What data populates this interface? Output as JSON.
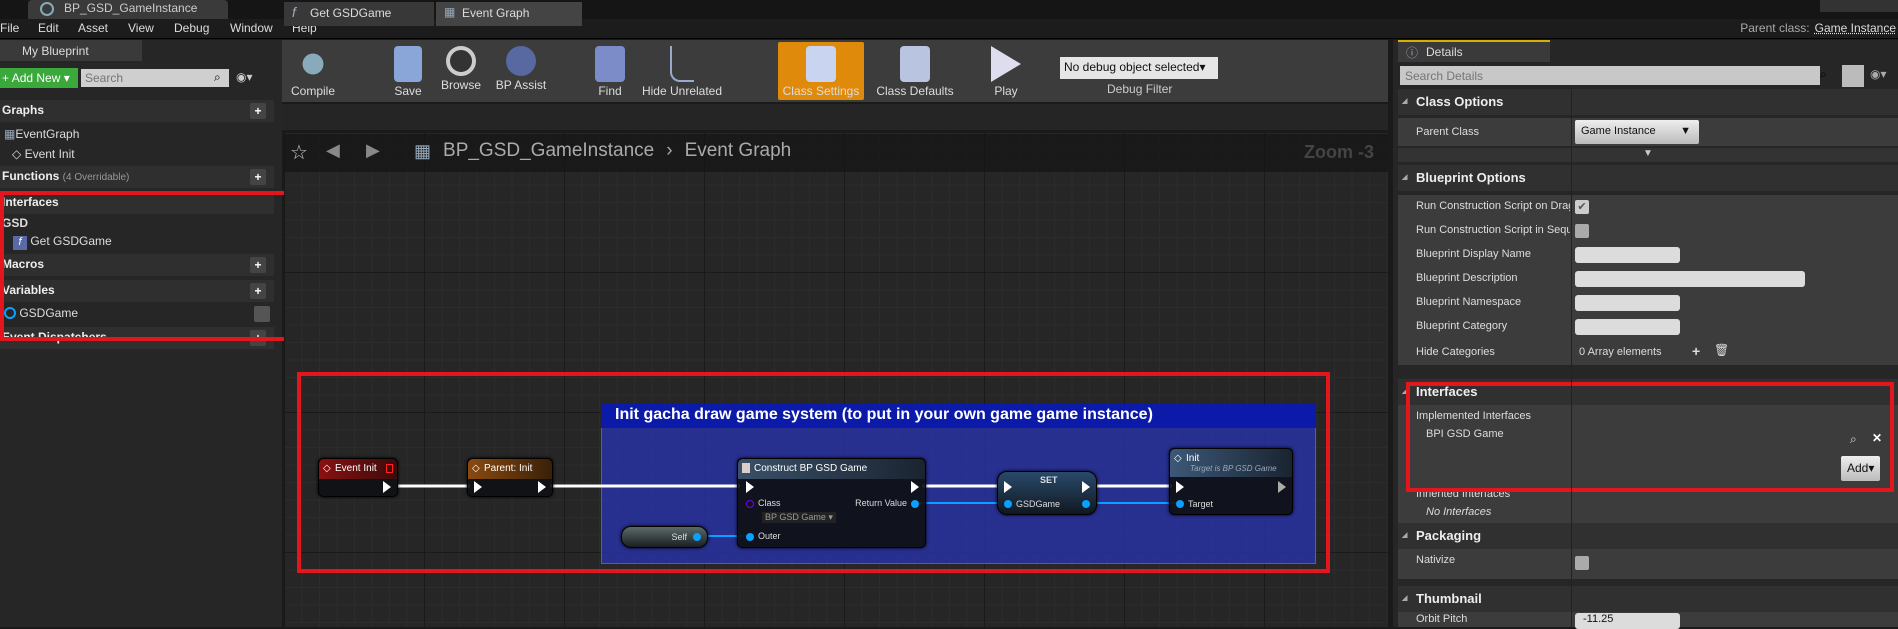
{
  "window": {
    "doc_tab": "BP_GSD_GameInstance",
    "parent_class_label": "Parent class:",
    "parent_class_value": "Game Instance"
  },
  "menu": [
    "File",
    "Edit",
    "Asset",
    "View",
    "Debug",
    "Window",
    "Help"
  ],
  "my_blueprint": {
    "tab": "My Blueprint",
    "add_new": "Add New",
    "search_placeholder": "Search",
    "graphs": "Graphs",
    "event_graph": "EventGraph",
    "event_init": "Event Init",
    "functions": "Functions",
    "functions_note": "(4 Overridable)",
    "interfaces": "Interfaces",
    "interface_group": "GSD",
    "interface_fn": "Get GSDGame",
    "macros": "Macros",
    "variables": "Variables",
    "variable": "GSDGame",
    "event_dispatchers": "Event Dispatchers"
  },
  "toolbar": {
    "compile": "Compile",
    "save": "Save",
    "browse": "Browse",
    "bp_assist": "BP Assist",
    "find": "Find",
    "hide_unrelated": "Hide Unrelated",
    "class_settings": "Class Settings",
    "class_defaults": "Class Defaults",
    "play": "Play",
    "debug_object": "No debug object selected",
    "debug_filter": "Debug Filter"
  },
  "graph_tabs": [
    "Get GSDGame",
    "Event Graph"
  ],
  "breadcrumb": {
    "blueprint": "BP_GSD_GameInstance",
    "graph": "Event Graph",
    "zoom": "Zoom -3"
  },
  "graph": {
    "comment": "Init gacha draw game system (to put in your own game game instance)",
    "nodes": {
      "event_init": "Event Init",
      "parent_init": "Parent: Init",
      "construct": "Construct BP GSD Game",
      "construct_class": "Class",
      "construct_class_value": "BP GSD Game",
      "construct_return": "Return Value",
      "construct_outer": "Outer",
      "self": "Self",
      "set": "SET",
      "set_var": "GSDGame",
      "init": "Init",
      "init_sub": "Target is BP GSD Game",
      "init_target": "Target"
    }
  },
  "details": {
    "tab": "Details",
    "search_placeholder": "Search Details",
    "class_options": "Class Options",
    "parent_class": "Parent Class",
    "parent_class_value": "Game Instance",
    "blueprint_options": "Blueprint Options",
    "rows": [
      "Run Construction Script on Drag",
      "Run Construction Script in Sequencer",
      "Blueprint Display Name",
      "Blueprint Description",
      "Blueprint Namespace",
      "Blueprint Category",
      "Hide Categories"
    ],
    "run_on_drag": true,
    "run_in_sequencer": false,
    "hide_categories_value": "0 Array elements",
    "interfaces": "Interfaces",
    "implemented": "Implemented Interfaces",
    "implemented_item": "BPI GSD Game",
    "add": "Add",
    "inherited": "Inherited Interfaces",
    "no_interfaces": "No Interfaces",
    "packaging": "Packaging",
    "nativize": "Nativize",
    "nativize_checked": false,
    "thumbnail": "Thumbnail",
    "orbit_pitch": "Orbit Pitch",
    "orbit_pitch_value": "-11.25"
  },
  "colors": {
    "highlight": "#e3161d",
    "accent_orange": "#e08a0c",
    "comment": "#0b1aa8",
    "data_pin": "#0aa0ff"
  }
}
